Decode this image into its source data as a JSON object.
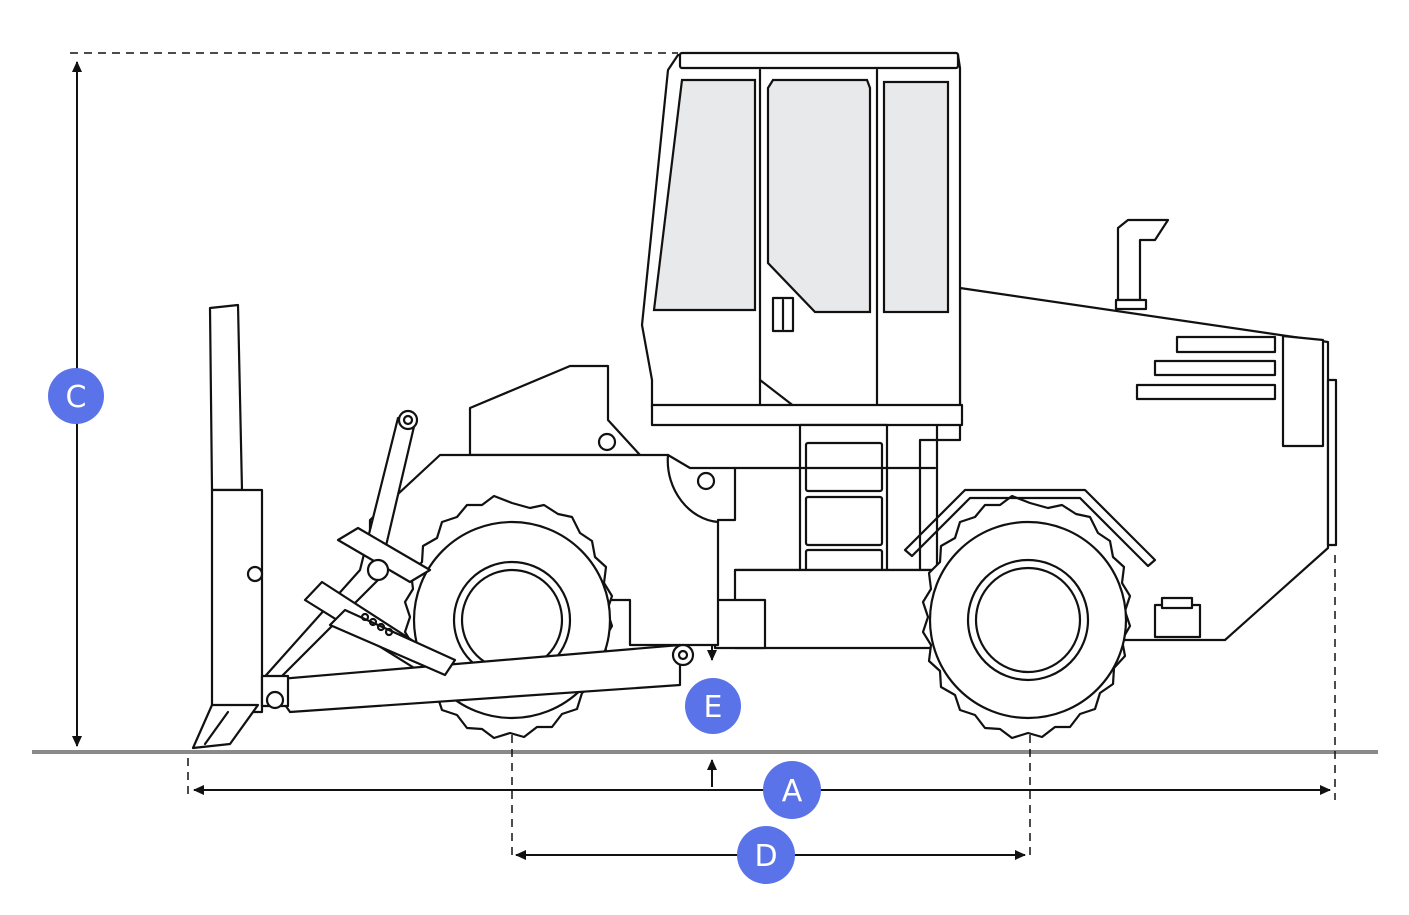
{
  "diagram": {
    "subject": "soil-compactor-side-view",
    "badge_color": "#5b73e8",
    "line_color": "#111111",
    "ground_color": "#8a8a8a",
    "glass_color": "#e8e9eb",
    "labels": {
      "A": "A",
      "C": "C",
      "D": "D",
      "E": "E"
    }
  }
}
